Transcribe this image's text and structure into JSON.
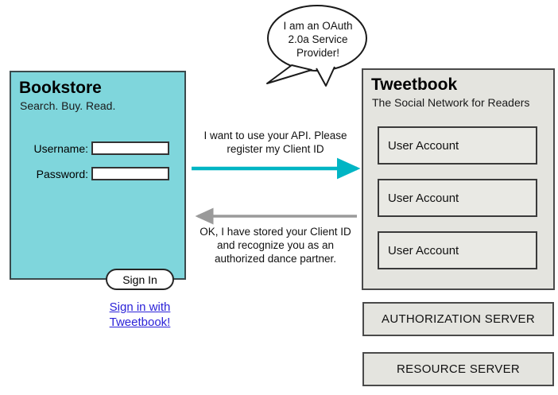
{
  "diagram": {
    "title": "OAuth 2.0a Service Provider registration flow",
    "background_color": "#ffffff"
  },
  "bookstore": {
    "title": "Bookstore",
    "tagline": "Search. Buy. Read.",
    "accent_color": "#7fd6dc",
    "fields": [
      {
        "label": "Username:",
        "value": "",
        "placeholder": ""
      },
      {
        "label": "Password:",
        "value": "",
        "placeholder": ""
      }
    ],
    "signin_button_label": "Sign In",
    "oauth_link_label": "Sign in with Tweetbook!",
    "oauth_link_color": "#2b22d8"
  },
  "tweetbook": {
    "title": "Tweetbook",
    "tagline": "The Social Network for Readers",
    "panel_color": "#e4e4df",
    "accounts": [
      {
        "label": "User Account"
      },
      {
        "label": "User Account"
      },
      {
        "label": "User Account"
      }
    ],
    "servers": [
      {
        "label": "AUTHORIZATION SERVER"
      },
      {
        "label": "RESOURCE SERVER"
      }
    ]
  },
  "speech_bubble": {
    "text": "I am an OAuth 2.0a Service Provider!",
    "line1": "I am an OAuth",
    "line2": "2.0a Service",
    "line3": "Provider!"
  },
  "messages": [
    {
      "direction": "client-to-provider",
      "text": "I want to use your API. Please register my Client ID",
      "color": "#00b5c4"
    },
    {
      "direction": "provider-to-client",
      "text": "OK, I have stored your Client ID and recognize you as an authorized dance partner.",
      "color": "#9a9a9a"
    }
  ]
}
